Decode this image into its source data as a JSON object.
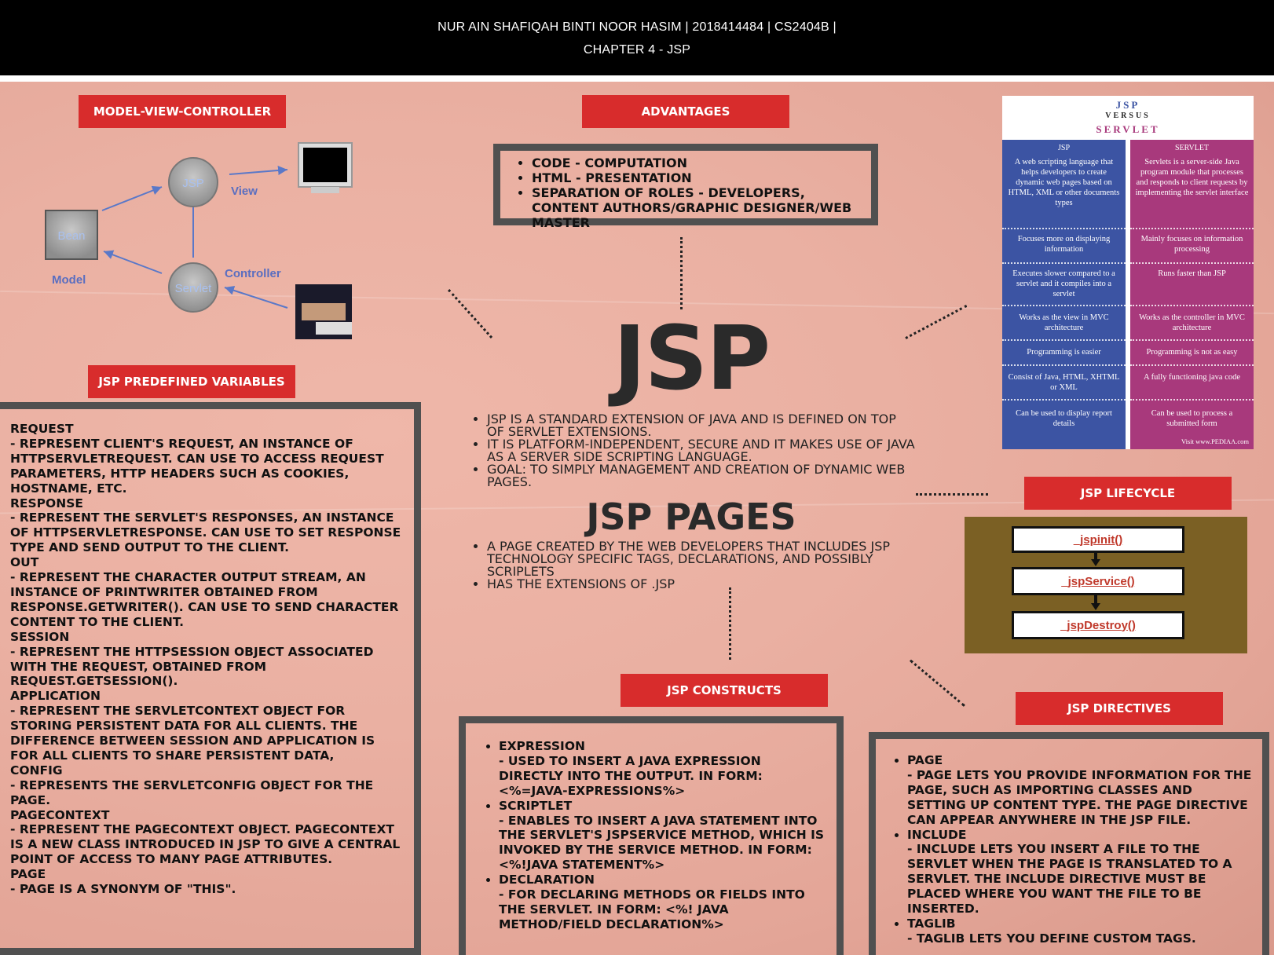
{
  "header": {
    "line1": "NUR AIN SHAFIQAH BINTI NOOR HASIM | 2018414484 | CS2404B |",
    "line2": "CHAPTER 4 - JSP"
  },
  "labels": {
    "mvc": "MODEL-VIEW-CONTROLLER",
    "advantages": "ADVANTAGES",
    "predefined": "JSP PREDEFINED VARIABLES",
    "lifecycle": "JSP LIFECYCLE",
    "constructs": "JSP CONSTRUCTS",
    "directives": "JSP DIRECTIVES"
  },
  "mvc_diagram": {
    "jsp": "JSP",
    "bean": "Bean",
    "servlet": "Servlet",
    "view": "View",
    "model": "Model",
    "controller": "Controller"
  },
  "advantages": [
    "CODE -  COMPUTATION",
    "HTML - PRESENTATION",
    "SEPARATION OF ROLES - DEVELOPERS, CONTENT AUTHORS/GRAPHIC DESIGNER/WEB MASTER"
  ],
  "center": {
    "title": "JSP",
    "points": [
      "JSP IS A STANDARD EXTENSION OF JAVA AND IS DEFINED ON TOP OF SERVLET EXTENSIONS.",
      "IT IS PLATFORM-INDEPENDENT, SECURE AND IT MAKES USE OF JAVA AS A SERVER SIDE SCRIPTING LANGUAGE.",
      "GOAL: TO SIMPLY MANAGEMENT AND CREATION OF DYNAMIC WEB PAGES."
    ],
    "pages_title": "JSP PAGES",
    "pages_points": [
      "A PAGE CREATED BY THE WEB DEVELOPERS THAT INCLUDES JSP TECHNOLOGY SPECIFIC TAGS,  DECLARATIONS, AND POSSIBLY SCRIPLETS",
      "HAS THE EXTENSIONS OF .JSP"
    ]
  },
  "predefined": [
    {
      "name": "REQUEST",
      "desc": "- REPRESENT CLIENT'S REQUEST, AN INSTANCE OF HTTPSERVLETREQUEST. CAN USE TO ACCESS REQUEST PARAMETERS, HTTP HEADERS SUCH AS COOKIES, HOSTNAME, ETC."
    },
    {
      "name": "RESPONSE",
      "desc": "- REPRESENT THE SERVLET'S RESPONSES, AN INSTANCE OF HTTPSERVLETRESPONSE. CAN USE TO SET RESPONSE TYPE AND SEND OUTPUT TO THE CLIENT."
    },
    {
      "name": "OUT",
      "desc": "- REPRESENT THE CHARACTER OUTPUT STREAM, AN INSTANCE OF PRINTWRITER OBTAINED FROM RESPONSE.GETWRITER(). CAN USE TO SEND CHARACTER CONTENT TO THE CLIENT."
    },
    {
      "name": "SESSION",
      "desc": "- REPRESENT THE HTTPSESSION OBJECT ASSOCIATED WITH THE REQUEST, OBTAINED FROM REQUEST.GETSESSION()."
    },
    {
      "name": "APPLICATION",
      "desc": "- REPRESENT THE SERVLETCONTEXT OBJECT FOR STORING PERSISTENT DATA FOR ALL CLIENTS. THE DIFFERENCE BETWEEN SESSION AND APPLICATION IS FOR ALL CLIENTS TO SHARE PERSISTENT DATA,"
    },
    {
      "name": "CONFIG",
      "desc": "- REPRESENTS THE SERVLETCONFIG OBJECT FOR THE PAGE."
    },
    {
      "name": "PAGECONTEXT",
      "desc": "- REPRESENT THE PAGECONTEXT OBJECT. PAGECONTEXT IS A NEW CLASS INTRODUCED IN JSP TO GIVE A CENTRAL POINT OF ACCESS TO MANY PAGE ATTRIBUTES."
    },
    {
      "name": "PAGE",
      "desc": "- PAGE IS A SYNONYM OF \"THIS\"."
    }
  ],
  "comparison": {
    "title_top": "JSP",
    "title_mid": "VERSUS",
    "title_bottom": "SERVLET",
    "col_left": "JSP",
    "col_right": "SERVLET",
    "rows": [
      {
        "jsp": "A web scripting language that helps developers to create dynamic web pages based on HTML, XML or other documents types",
        "servlet": "Servlets is a server-side Java program module that processes and responds to client requests by implementing the servlet interface"
      },
      {
        "jsp": "Focuses more on displaying information",
        "servlet": "Mainly focuses on information processing"
      },
      {
        "jsp": "Executes slower compared to a servlet and it compiles into a servlet",
        "servlet": "Runs faster than JSP"
      },
      {
        "jsp": "Works as the view in MVC architecture",
        "servlet": "Works as the controller in MVC architecture"
      },
      {
        "jsp": "Programming is easier",
        "servlet": "Programming is not as easy"
      },
      {
        "jsp": "Consist of Java, HTML, XHTML or XML",
        "servlet": "A fully functioning java code"
      },
      {
        "jsp": "Can be used to display report details",
        "servlet": "Can be used to process a submitted form"
      }
    ],
    "footer": "Visit www.PEDIAA.com"
  },
  "lifecycle": [
    "_jspinit()",
    "_jspService()",
    "_jspDestroy()"
  ],
  "constructs": [
    {
      "name": "EXPRESSION",
      "desc": "- USED TO INSERT A JAVA EXPRESSION DIRECTLY INTO THE OUTPUT. IN FORM: <%=JAVA-EXPRESSIONS%>"
    },
    {
      "name": "SCRIPTLET",
      "desc": "- ENABLES TO INSERT A JAVA STATEMENT INTO THE SERVLET'S JSPSERVICE METHOD, WHICH IS INVOKED  BY THE SERVICE METHOD. IN FORM: <%!JAVA STATEMENT%>"
    },
    {
      "name": "DECLARATION",
      "desc": "- FOR DECLARING METHODS OR FIELDS INTO THE SERVLET. IN FORM: <%! JAVA METHOD/FIELD DECLARATION%>"
    }
  ],
  "directives": [
    {
      "name": "PAGE",
      "desc": "- PAGE LETS YOU PROVIDE INFORMATION FOR THE PAGE, SUCH AS IMPORTING CLASSES AND SETTING UP CONTENT TYPE.  THE PAGE DIRECTIVE CAN APPEAR ANYWHERE IN THE JSP FILE."
    },
    {
      "name": "INCLUDE",
      "desc": "- INCLUDE LETS YOU INSERT A FILE TO THE SERVLET WHEN THE PAGE IS TRANSLATED TO A SERVLET. THE INCLUDE DIRECTIVE MUST BE PLACED WHERE YOU WANT THE FILE TO BE INSERTED."
    },
    {
      "name": "TAGLIB",
      "desc": "- TAGLIB LETS YOU DEFINE CUSTOM TAGS."
    }
  ]
}
